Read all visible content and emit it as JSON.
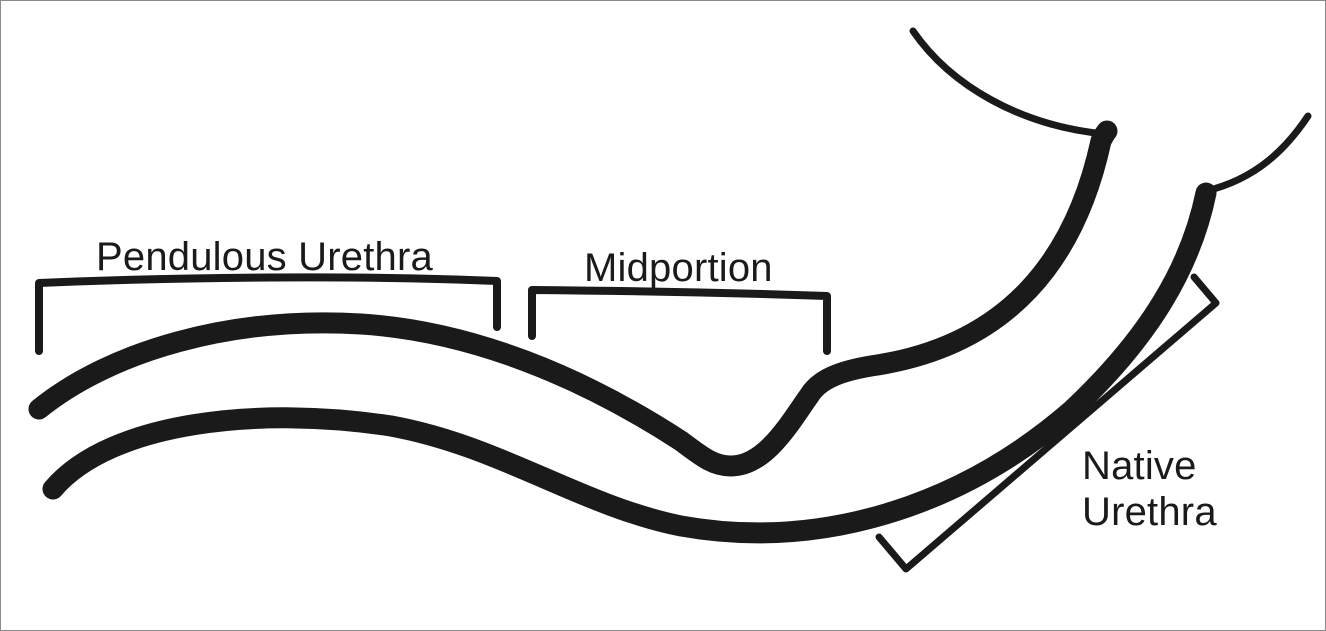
{
  "labels": {
    "pendulous": "Pendulous Urethra",
    "midportion": "Midportion",
    "native_line1": "Native",
    "native_line2": "Urethra"
  },
  "colors": {
    "stroke": "#1a1a1a",
    "background": "#ffffff",
    "border": "#8a8a8a"
  }
}
